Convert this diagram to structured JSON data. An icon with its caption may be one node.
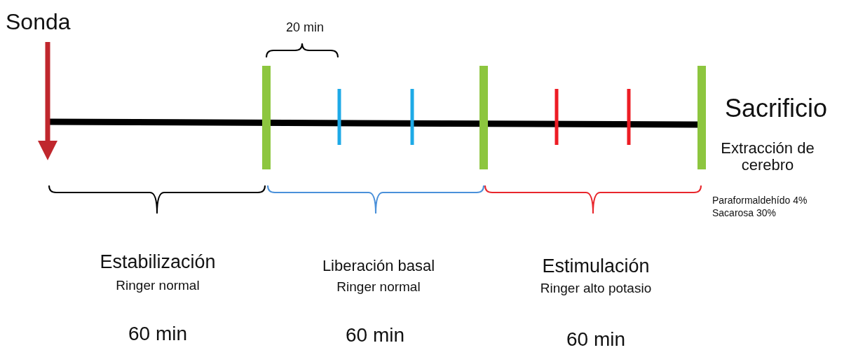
{
  "diagram": {
    "labels": [
      "Sonda",
      "20 min",
      "Sacrificio",
      "Extracción de cerebro",
      "Paraformaldehído 4%",
      "Sacarosa 30%",
      "Estabilización",
      "Ringer normal",
      "Liberación basal",
      "Ringer normal",
      "Estimulación",
      "Ringer alto potasio",
      "60 min",
      "60 min",
      "60 min"
    ]
  }
}
